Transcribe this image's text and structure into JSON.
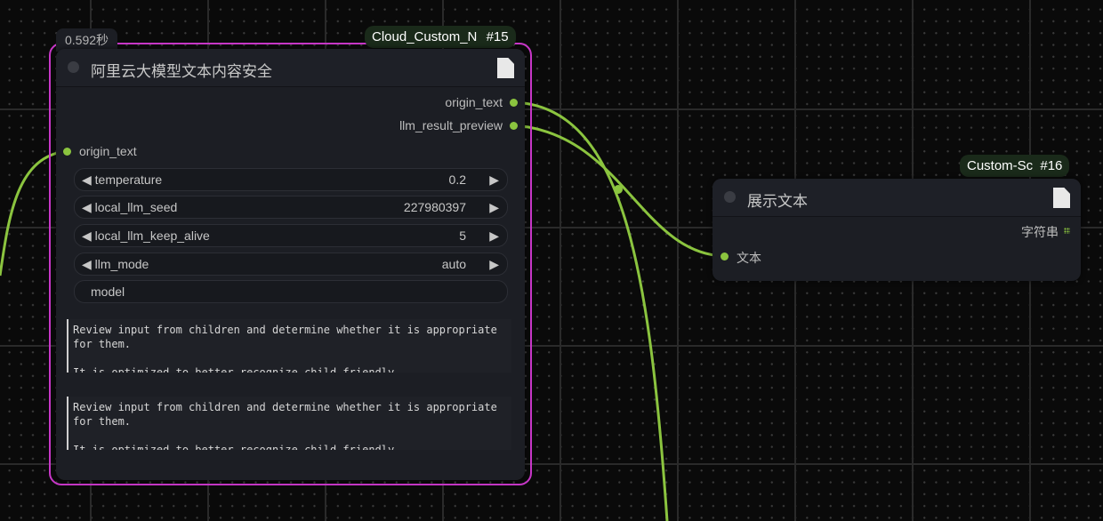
{
  "node15": {
    "exec_time": "0.592秒",
    "badge_name": "Cloud_Custom_N",
    "badge_id": "#15",
    "title": "阿里云大模型文本内容安全",
    "outputs": [
      "origin_text",
      "llm_result_preview"
    ],
    "inputs": [
      "origin_text"
    ],
    "widgets": [
      {
        "label": "temperature",
        "value": "0.2"
      },
      {
        "label": "local_llm_seed",
        "value": "227980397"
      },
      {
        "label": "local_llm_keep_alive",
        "value": "5"
      },
      {
        "label": "llm_mode",
        "value": "auto"
      }
    ],
    "model_label": "model",
    "textareas": [
      "Review input from children and determine whether it is appropriate for them.\n\nIt is optimized to better recognize child-friendly",
      "Review input from children and determine whether it is appropriate for them.\n\nIt is optimized to better recognize child-friendly"
    ]
  },
  "node16": {
    "badge_name": "Custom-Sc",
    "badge_id": "#16",
    "title": "展示文本",
    "output": "字符串",
    "input": "文本"
  },
  "colors": {
    "wire": "#8bc43f",
    "selection": "#c837c8",
    "node_bg": "#1c1e24"
  }
}
